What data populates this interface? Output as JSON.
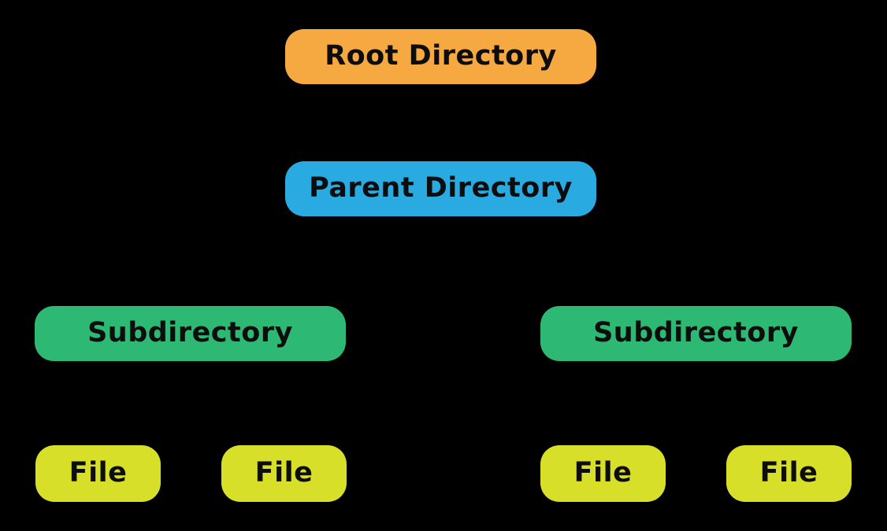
{
  "diagram": {
    "background_color": "#000000",
    "label_text_color": "#0d0d0d",
    "nodes": {
      "root": {
        "label": "Root Directory",
        "color": "#f7a941"
      },
      "parent": {
        "label": "Parent Directory",
        "color": "#29abe2"
      },
      "subdirectory_left": {
        "label": "Subdirectory",
        "color": "#2db873"
      },
      "subdirectory_right": {
        "label": "Subdirectory",
        "color": "#2db873"
      },
      "file_1": {
        "label": "File",
        "color": "#d7df28"
      },
      "file_2": {
        "label": "File",
        "color": "#d7df28"
      },
      "file_3": {
        "label": "File",
        "color": "#d7df28"
      },
      "file_4": {
        "label": "File",
        "color": "#d7df28"
      }
    }
  }
}
